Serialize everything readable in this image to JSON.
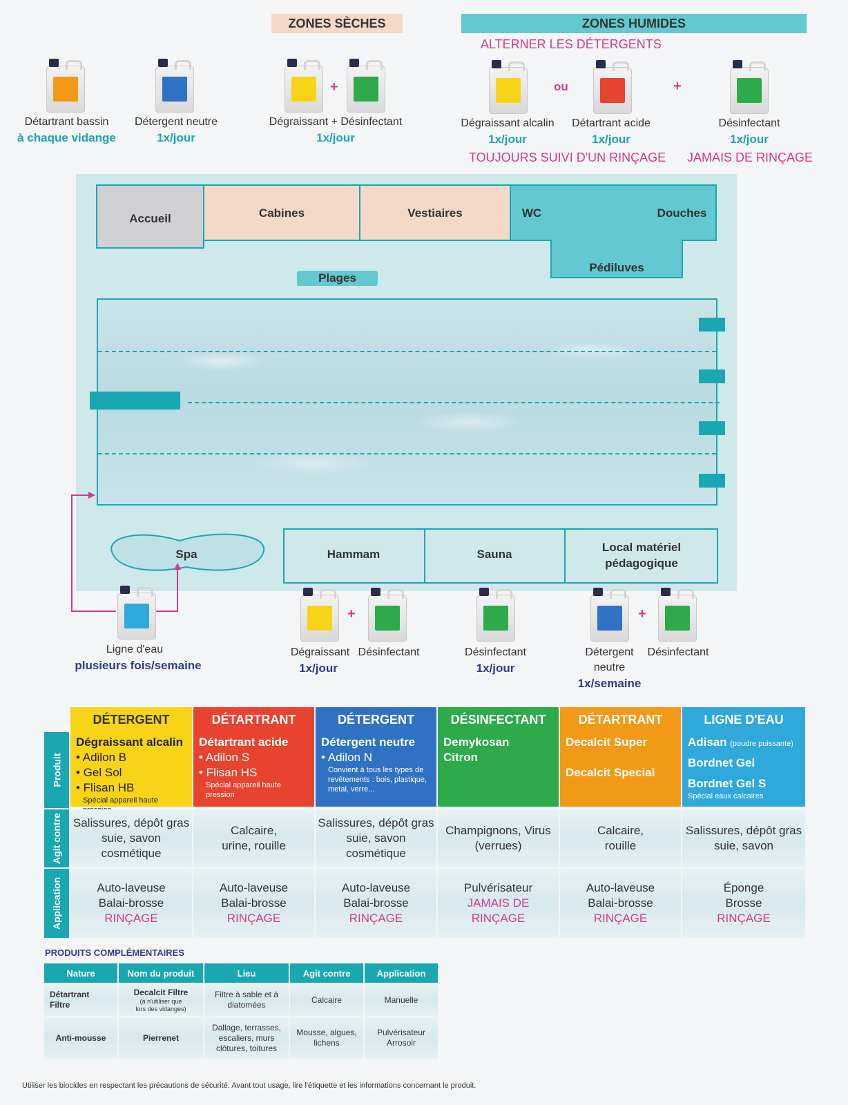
{
  "zones": {
    "seches": "ZONES SÈCHES",
    "humides": "ZONES HUMIDES",
    "alterner": "ALTERNER LES DÉTERGENTS",
    "ou": "ou"
  },
  "top_products": {
    "p1_caption": "Détartrant bassin",
    "p1_freq": "à chaque vidange",
    "p2_caption": "Détergent neutre",
    "p2_freq": "1x/jour",
    "p3_caption": "Dégraissant + Désinfectant",
    "p3_freq": "1x/jour",
    "p4_caption": "Dégraissant alcalin",
    "p4_freq": "1x/jour",
    "p5_caption": "Détartrant acide",
    "p5_freq": "1x/jour",
    "p6_caption": "Désinfectant",
    "p6_freq": "1x/jour",
    "rincage_suivi": "TOUJOURS SUIVI D'UN RINÇAGE",
    "jamais_rincage": "JAMAIS DE RINÇAGE"
  },
  "plan": {
    "accueil": "Accueil",
    "cabines": "Cabines",
    "vestiaires": "Vestiaires",
    "wc": "WC",
    "douches": "Douches",
    "pediluves": "Pédiluves",
    "plages": "Plages",
    "spa": "Spa",
    "hammam": "Hammam",
    "sauna": "Sauna",
    "local_l1": "Local matériel",
    "local_l2": "pédagogique"
  },
  "bottom_products": {
    "ligne_caption": "Ligne d'eau",
    "ligne_freq": "plusieurs fois/semaine",
    "degraissant": "Dégraissant",
    "desinfectant": "Désinfectant",
    "hammam_freq": "1x/jour",
    "sauna_caption": "Désinfectant",
    "sauna_freq": "1x/jour",
    "detergent_l1": "Détergent",
    "detergent_l2": "neutre",
    "desinfectant2": "Désinfectant",
    "local_freq": "1x/semaine"
  },
  "colors": {
    "yellow": "#f7d418",
    "red": "#e8432f",
    "blue": "#2f72c4",
    "green": "#2daa4a",
    "orange": "#f29a18",
    "cyan": "#2fa8dc",
    "teal": "#19a8b2",
    "pink": "#d43a8c",
    "navy": "#2f3a8c",
    "peach": "#f3d9c6",
    "grey": "#cfcfd4"
  },
  "table": {
    "row_labels": [
      "Produit",
      "Agit contre",
      "Application"
    ],
    "columns": [
      {
        "header": "DÉTERGENT",
        "title": "Dégraissant alcalin",
        "items": [
          "• Adilon B",
          "• Gel Sol",
          "• Flisan HB"
        ],
        "note": "Spécial appareil haute pression",
        "agit": [
          "Salissures, dépôt gras",
          "suie, savon cosmétique"
        ],
        "app": [
          "Auto-laveuse",
          "Balai-brosse"
        ],
        "app_pink": "RINÇAGE"
      },
      {
        "header": "DÉTARTRANT",
        "title": "Détartrant acide",
        "items": [
          "• Adilon S",
          "• Flisan HS"
        ],
        "note": "Spécial appareil haute pression",
        "agit": [
          "Calcaire,",
          "urine, rouille"
        ],
        "app": [
          "Auto-laveuse",
          "Balai-brosse"
        ],
        "app_pink": "RINÇAGE"
      },
      {
        "header": "DÉTERGENT",
        "title": "Détergent neutre",
        "items": [
          "• Adilon N"
        ],
        "note": "Convient à tous les types de revêtements : bois, plastique, metal, verre...",
        "agit": [
          "Salissures, dépôt gras",
          "suie, savon cosmétique"
        ],
        "app": [
          "Auto-laveuse",
          "Balai-brosse"
        ],
        "app_pink": "RINÇAGE"
      },
      {
        "header": "DÉSINFECTANT",
        "title": "Demykosan",
        "title2": "Citron",
        "agit": [
          "Champignons, Virus",
          "(verrues)"
        ],
        "app": [
          "Pulvérisateur"
        ],
        "app_pink": "JAMAIS DE",
        "app_pink2": "RINÇAGE"
      },
      {
        "header": "DÉTARTRANT",
        "title": "Decalcit Super",
        "title2": "Decalcit Special",
        "agit": [
          "Calcaire,",
          "rouille"
        ],
        "app": [
          "Auto-laveuse",
          "Balai-brosse"
        ],
        "app_pink": "RINÇAGE"
      },
      {
        "header": "LIGNE D'EAU",
        "title": "Adisan",
        "title_small": "(poudre puissante)",
        "title2": "Bordnet Gel",
        "title3": "Bordnet Gel S",
        "note": "Spécial eaux calcaires",
        "agit": [
          "Salissures, dépôt gras",
          "suie, savon"
        ],
        "app": [
          "Éponge",
          "Brosse"
        ],
        "app_pink": "RINÇAGE"
      }
    ]
  },
  "complementaires": {
    "title": "PRODUITS COMPLÉMENTAIRES",
    "headers": [
      "Nature",
      "Nom du produit",
      "Lieu",
      "Agit contre",
      "Application"
    ],
    "r1": {
      "nature1": "Détartrant",
      "nature2": "Filtre",
      "nom": "Decalcit Filtre",
      "nom_note1": "(à n'utiliser que",
      "nom_note2": "lors des vidanges)",
      "lieu1": "Filtre à sable et à",
      "lieu2": "diatomées",
      "agit": "Calcaire",
      "app": "Manuelle"
    },
    "r2": {
      "nature": "Anti-mousse",
      "nom": "Pierrenet",
      "lieu1": "Dallage, terrasses,",
      "lieu2": "escaliers, murs",
      "lieu3": "clôtures, toitures",
      "agit1": "Mousse, algues,",
      "agit2": "lichens",
      "app1": "Pulvérisateur",
      "app2": "Arrosoir"
    }
  },
  "footer": "Utiliser les biocides en respectant les précautions de sécurité. Avant tout usage, lire l'étiquette et les informations concernant le produit."
}
